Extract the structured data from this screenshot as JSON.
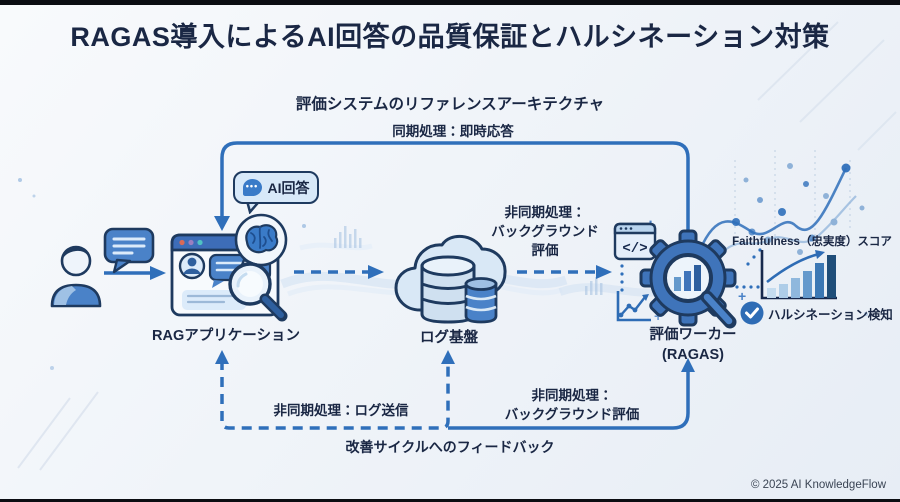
{
  "title": "RAGAS導入によるAI回答の品質保証とハルシネーション対策",
  "subtitle": "評価システムのリファレンスアーキテクチャ",
  "colors": {
    "accent_blue": "#2f6fba",
    "outline_navy": "#1e3a5f",
    "text_navy": "#1a2744",
    "light_blue_fill": "#d8e9f9",
    "medium_blue_fill": "#3f74ba"
  },
  "diagram": {
    "sync_label": "同期処理：即時応答",
    "ai_answer_label": "AI回答",
    "async_eval_mid": {
      "line1": "非同期処理：",
      "line2": "バックグラウンド",
      "line3": "評価"
    },
    "nodes": {
      "rag_app": "RAGアプリケーション",
      "log_base": "ログ基盤",
      "eval_worker_line1": "評価ワーカー",
      "eval_worker_line2": "(RAGAS)"
    },
    "results": {
      "faithfulness_label": "Faithfulness（忠実度）スコア",
      "hallucination_label": "ハルシネーション検知"
    },
    "bottom": {
      "log_send_label": "非同期処理：ログ送信",
      "bg_eval_line1": "非同期処理：",
      "bg_eval_line2": "バックグラウンド評価",
      "feedback_label": "改善サイクルへのフィードバック"
    }
  },
  "footer": {
    "copyright": "© 2025 AI KnowledgeFlow"
  }
}
